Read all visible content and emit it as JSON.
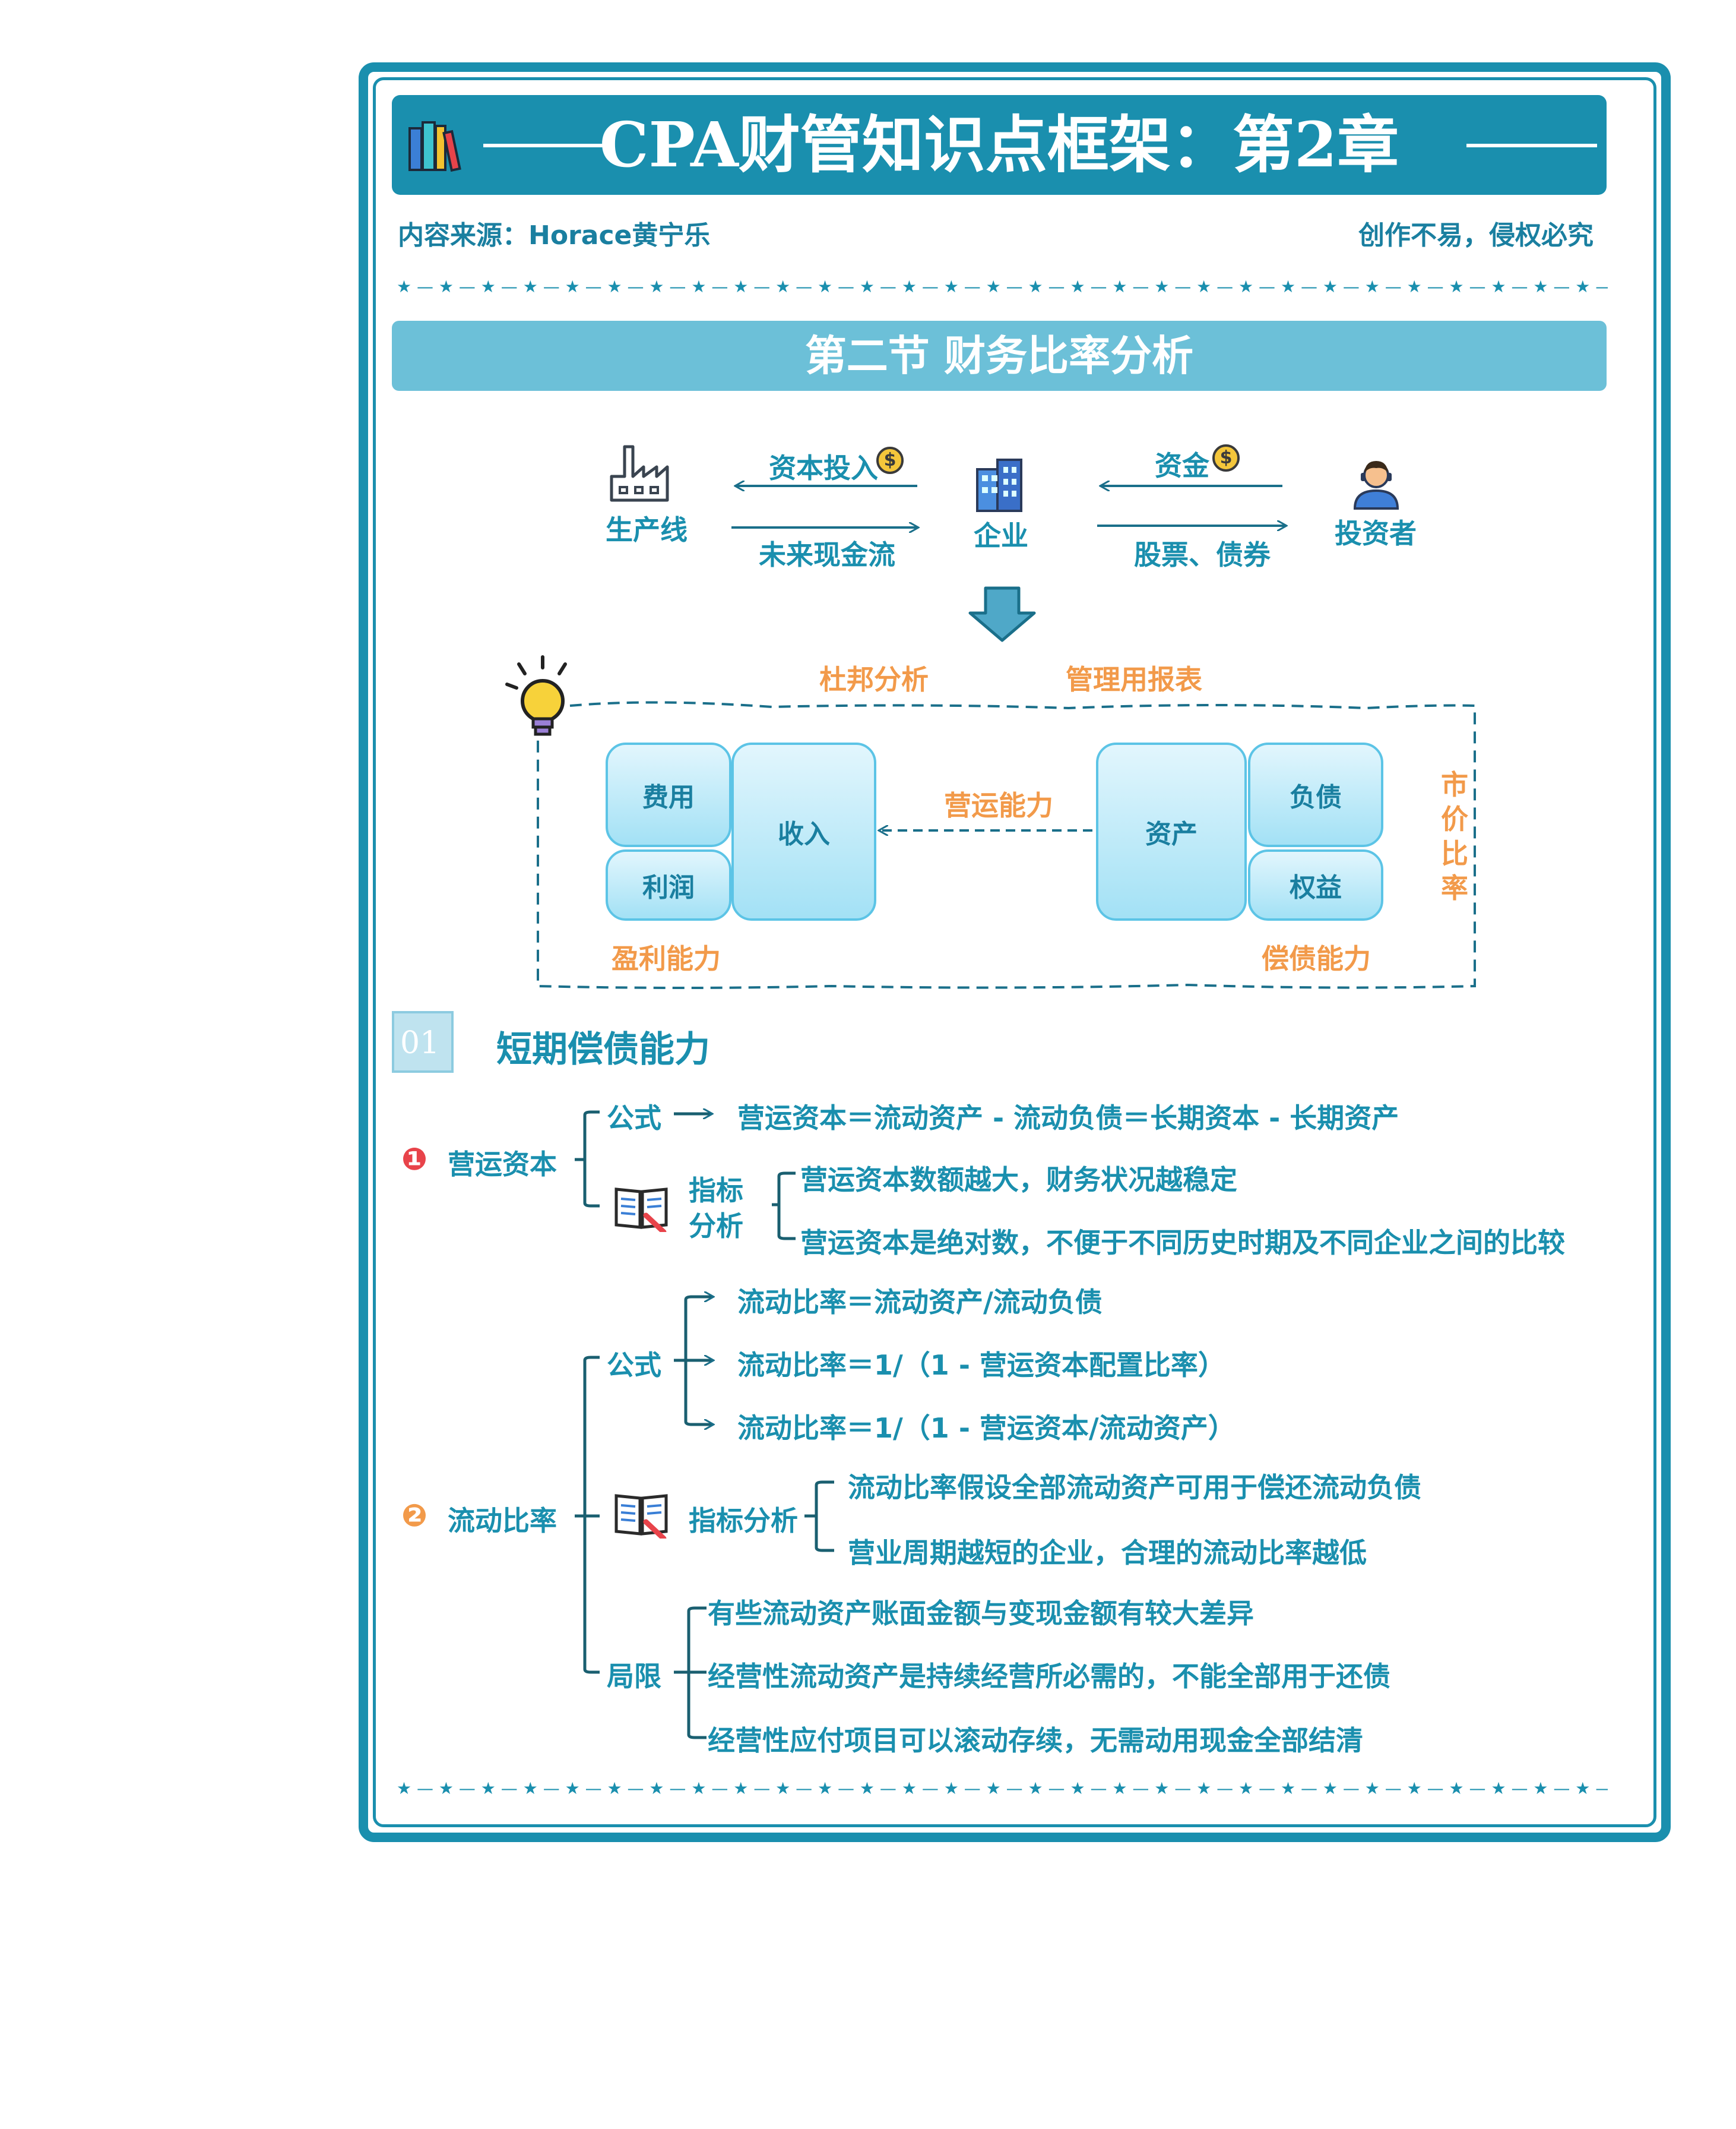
{
  "header": {
    "title": "CPA财管知识点框架：第2章",
    "source_label": "内容来源：Horace黄宁乐",
    "copyright": "创作不易，侵权必究",
    "stars": "★ — ★ — ★ — ★ — ★ — ★ — ★ — ★ — ★ — ★ — ★ — ★ — ★ — ★ — ★ — ★ — ★ — ★ — ★ — ★ — ★ — ★ — ★ — ★ — ★ — ★ — ★ — ★ — ★ — ★ — ★ — ★ — ★ — ★ — ★ — ★ — ★ — ★ — ★ — ★ — ★ — ★ — ★"
  },
  "section": {
    "title": "第二节  财务比率分析"
  },
  "flow": {
    "production": "生产线",
    "capital_in": "资本投入",
    "future_cash": "未来现金流",
    "enterprise": "企业",
    "funds": "资金",
    "stocks_bonds": "股票、债券",
    "investor": "投资者",
    "coin": "$"
  },
  "framework": {
    "dupont": "杜邦分析",
    "mgmt_report": "管理用报表",
    "expense": "费用",
    "profit": "利润",
    "revenue": "收入",
    "asset": "资产",
    "liability": "负债",
    "equity": "权益",
    "operating_ability": "营运能力",
    "profitability": "盈利能力",
    "solvency": "偿债能力",
    "market_ratio": [
      "市",
      "价",
      "比",
      "率"
    ]
  },
  "part01": {
    "number": "01",
    "title": "短期偿债能力",
    "item1": {
      "badge": "❶",
      "name": "营运资本",
      "formula_label": "公式",
      "formula": "营运资本＝流动资产 - 流动负债＝长期资本 - 长期资产",
      "analysis_label_1": "指标",
      "analysis_label_2": "分析",
      "points": [
        "营运资本数额越大，财务状况越稳定",
        "营运资本是绝对数，不便于不同历史时期及不同企业之间的比较"
      ]
    },
    "item2": {
      "badge": "❷",
      "name": "流动比率",
      "formula_label": "公式",
      "formulas": [
        "流动比率＝流动资产/流动负债",
        "流动比率＝1/（1 - 营运资本配置比率）",
        "流动比率＝1/（1 - 营运资本/流动资产）"
      ],
      "analysis_label": "指标分析",
      "analysis": [
        "流动比率假设全部流动资产可用于偿还流动负债",
        "营业周期越短的企业，合理的流动比率越低"
      ],
      "limit_label": "局限",
      "limits": [
        "有些流动资产账面金额与变现金额有较大差异",
        "经营性流动资产是持续经营所必需的，不能全部用于还债",
        "经营性应付项目可以滚动存续，无需动用现金全部结清"
      ]
    }
  },
  "colors": {
    "primary": "#1a8fae",
    "light_bar": "#6cc0d8",
    "orange": "#f29a4a",
    "text": "#1a7fa0",
    "badge1": "#e8434a",
    "badge2": "#f29a4a"
  }
}
